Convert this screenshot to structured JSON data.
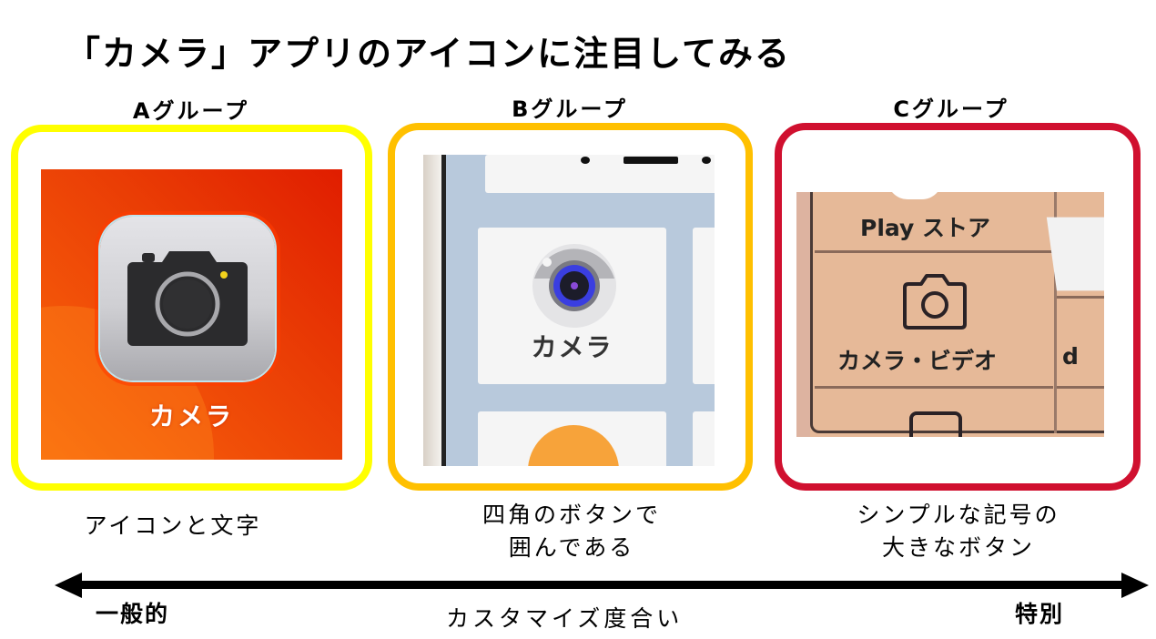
{
  "title": "「カメラ」アプリのアイコンに注目してみる",
  "groups": [
    {
      "label": "Aグループ",
      "border_color": "#ffff00",
      "app_label": "カメラ",
      "caption_lines": [
        "アイコンと文字"
      ]
    },
    {
      "label": "Bグループ",
      "border_color": "#ffc000",
      "app_label": "カメラ",
      "caption_lines": [
        "四角のボタンで",
        "囲んである"
      ]
    },
    {
      "label": "Cグループ",
      "border_color": "#d0102f",
      "app_labels": [
        "Play ストア",
        "カメラ・ビデオ",
        "d"
      ],
      "caption_lines": [
        "シンプルな記号の",
        "大きなボタン"
      ]
    }
  ],
  "axis": {
    "left_label": "一般的",
    "center_label": "カスタマイズ度合い",
    "right_label": "特別"
  }
}
